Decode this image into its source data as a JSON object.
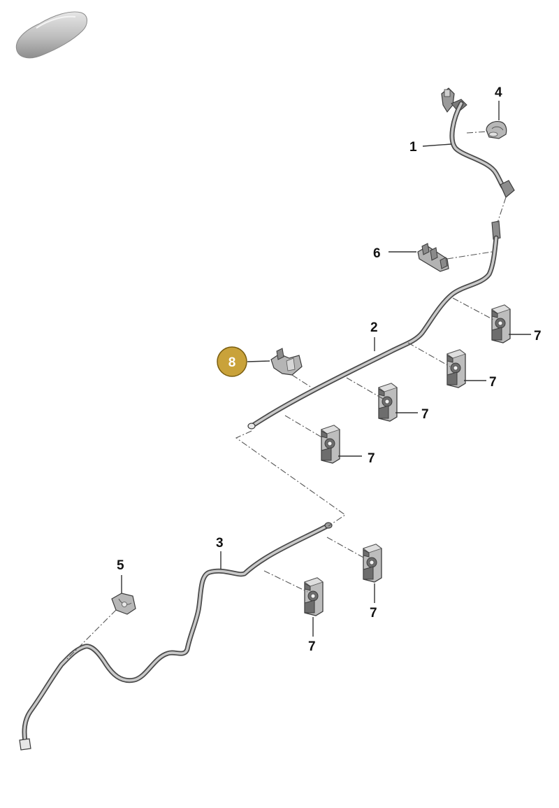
{
  "diagram": {
    "callouts": {
      "part_1": "1",
      "part_2": "2",
      "part_3": "3",
      "part_4": "4",
      "part_5": "5",
      "part_6": "6",
      "part_7_a": "7",
      "part_7_b": "7",
      "part_7_c": "7",
      "part_7_d": "7",
      "part_7_e": "7",
      "part_7_f": "7",
      "part_8": "8"
    },
    "highlight_color": "#c9a23a",
    "icons": {
      "vehicle": "car-silhouette-icon"
    }
  }
}
